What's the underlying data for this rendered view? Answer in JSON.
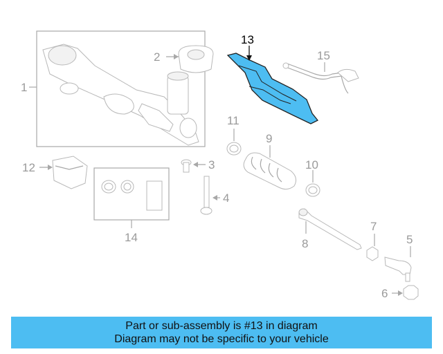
{
  "diagram": {
    "callouts": {
      "c1": "1",
      "c2": "2",
      "c3": "3",
      "c4": "4",
      "c5": "5",
      "c6": "6",
      "c7": "7",
      "c8": "8",
      "c9": "9",
      "c10": "10",
      "c11": "11",
      "c12": "12",
      "c13": "13",
      "c14": "14",
      "c15": "15"
    },
    "highlighted_part": "13",
    "highlight_color": "#4dbdf2",
    "line_color": "#a8a8a8"
  },
  "banner": {
    "line1": "Part or sub-assembly is #13 in diagram",
    "line2": "Diagram may not be specific to your vehicle",
    "color": "#4dbdf2"
  }
}
